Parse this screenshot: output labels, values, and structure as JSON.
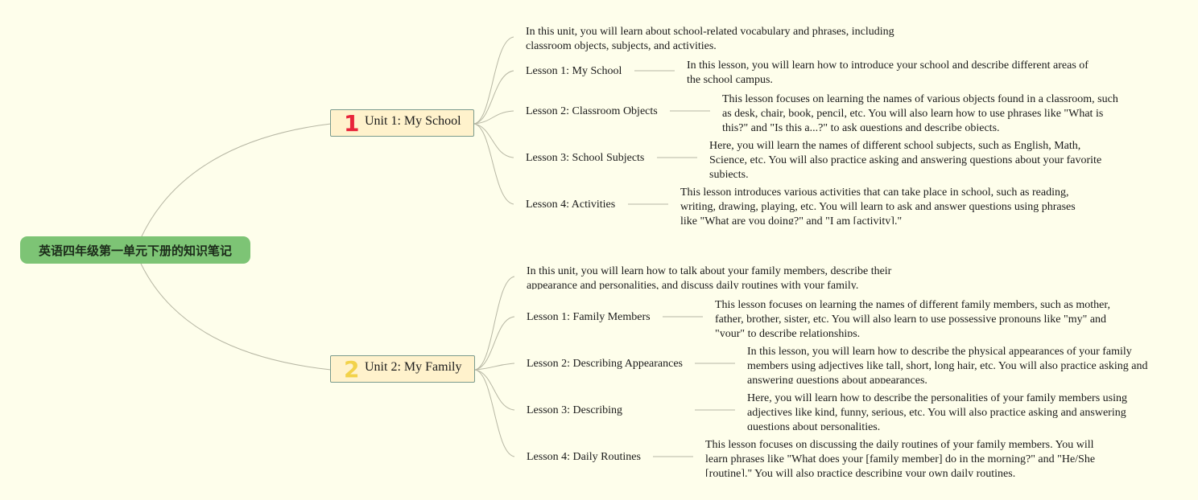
{
  "root": {
    "title": "英语四年级第一单元下册的知识笔记"
  },
  "units": [
    {
      "number": "1",
      "number_color": "#e8243a",
      "title": "Unit 1: My School",
      "summary": "In this unit, you will learn about school-related vocabulary and phrases, including classroom objects, subjects, and activities.",
      "lessons": [
        {
          "title": "Lesson 1: My School",
          "detail": "In this lesson, you will learn how to introduce your school and describe different areas of the school campus."
        },
        {
          "title": "Lesson 2: Classroom Objects",
          "detail": "This lesson focuses on learning the names of various objects found in a classroom, such as desk, chair, book, pencil, etc. You will also learn how to use phrases like \"What is this?\" and \"Is this a...?\" to ask questions and describe objects."
        },
        {
          "title": "Lesson 3: School Subjects",
          "detail": "Here, you will learn the names of different school subjects, such as English, Math, Science, etc. You will also practice asking and answering questions about your favorite subjects."
        },
        {
          "title": "Lesson 4: Activities",
          "detail": "This lesson introduces various activities that can take place in school, such as reading, writing, drawing, playing, etc. You will learn to ask and answer questions using phrases like \"What are you doing?\" and \"I am [activity].\""
        }
      ]
    },
    {
      "number": "2",
      "number_color": "#f2d24a",
      "title": "Unit 2: My Family",
      "summary": "In this unit, you will learn how to talk about your family members, describe their appearance and personalities, and discuss daily routines with your family.",
      "lessons": [
        {
          "title": "Lesson 1: Family Members",
          "detail": "This lesson focuses on learning the names of different family members, such as mother, father, brother, sister, etc. You will also learn to use possessive pronouns like \"my\" and \"your\" to describe relationships."
        },
        {
          "title": "Lesson 2: Describing Appearances",
          "detail": "In this lesson, you will learn how to describe the physical appearances of your family members using adjectives like tall, short, long hair, etc. You will also practice asking and answering questions about appearances."
        },
        {
          "title": "Lesson 3: Describing",
          "detail": "Here, you will learn how to describe the personalities of your family members using adjectives like kind, funny, serious, etc. You will also practice asking and answering questions about personalities."
        },
        {
          "title": "Lesson 4: Daily Routines",
          "detail": "This lesson focuses on discussing the daily routines of your family members. You will learn phrases like \"What does your [family member] do in the morning?\" and \"He/She [routine].\" You will also practice describing your own daily routines."
        }
      ]
    }
  ]
}
